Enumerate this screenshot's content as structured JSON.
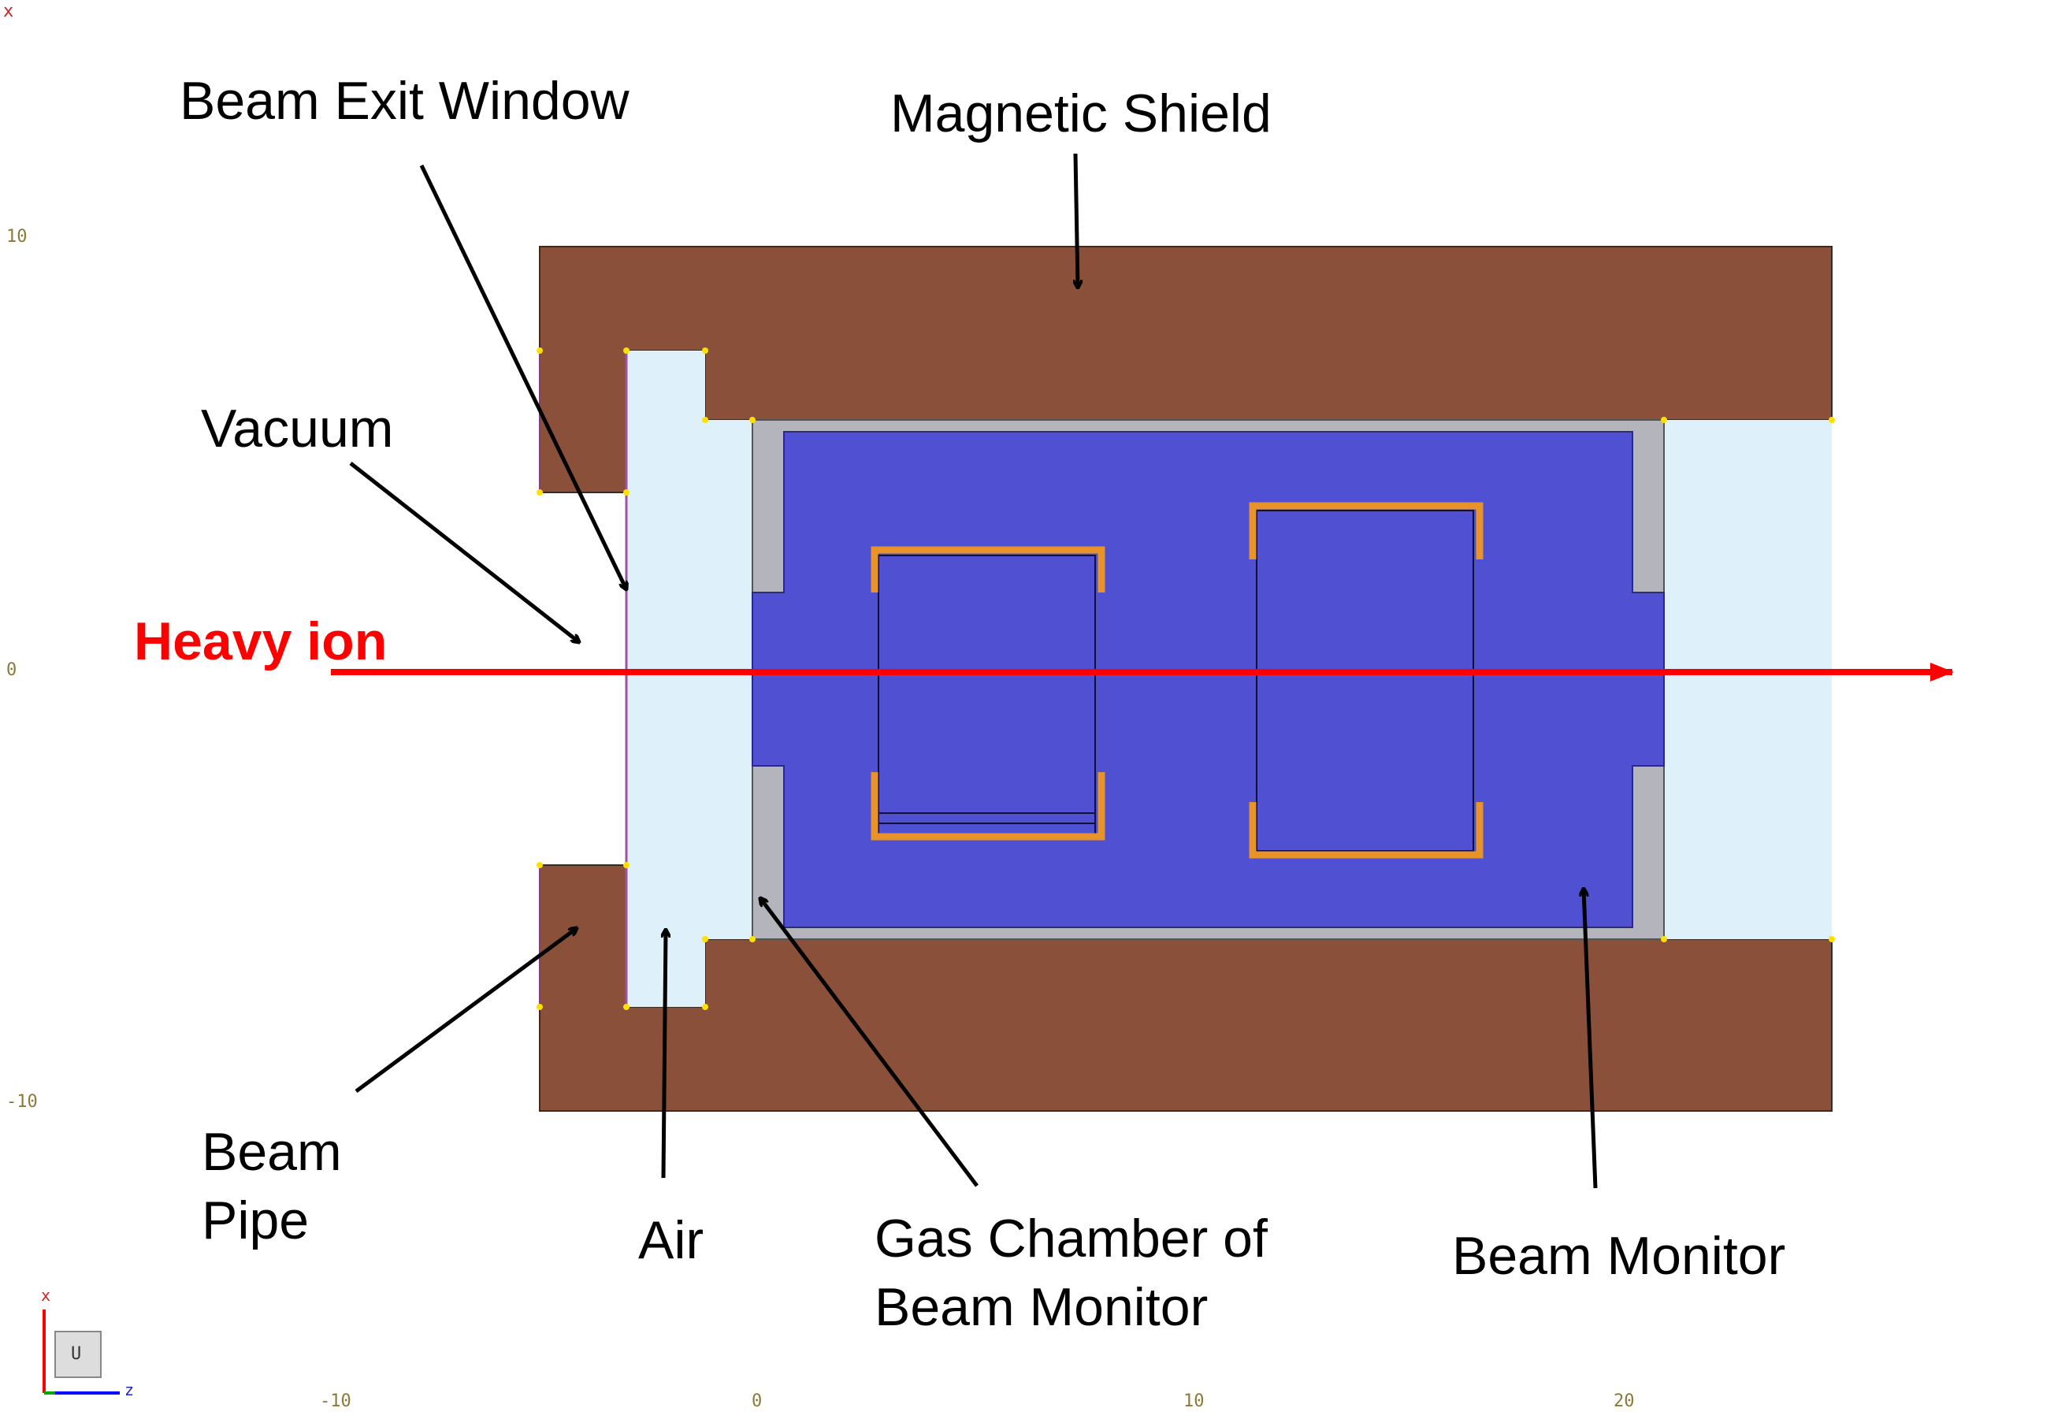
{
  "labels": {
    "beam_exit_window": "Beam Exit Window",
    "magnetic_shield": "Magnetic Shield",
    "vacuum": "Vacuum",
    "heavy_ion": "Heavy ion",
    "beam_pipe_line1": "Beam",
    "beam_pipe_line2": "Pipe",
    "air": "Air",
    "gas_chamber_line1": "Gas Chamber of",
    "gas_chamber_line2": "Beam Monitor",
    "beam_monitor": "Beam Monitor"
  },
  "ticks": {
    "y_top": "10",
    "y_mid": "0",
    "y_bottom": "-10",
    "x_1": "-10",
    "x_2": "0",
    "x_3": "10",
    "x_4": "20"
  },
  "axis_widget": {
    "x": "x",
    "z": "z",
    "u": "U"
  },
  "corner_mark": "x",
  "colors": {
    "shield": "#8B503A",
    "air": "#DEF1FB",
    "gas_chamber": "#B4B4BC",
    "monitor": "#5050D2",
    "electrode": "#E8922A",
    "beam": "#FF0000",
    "vertex": "#FFE000",
    "window": "#A050A0"
  }
}
